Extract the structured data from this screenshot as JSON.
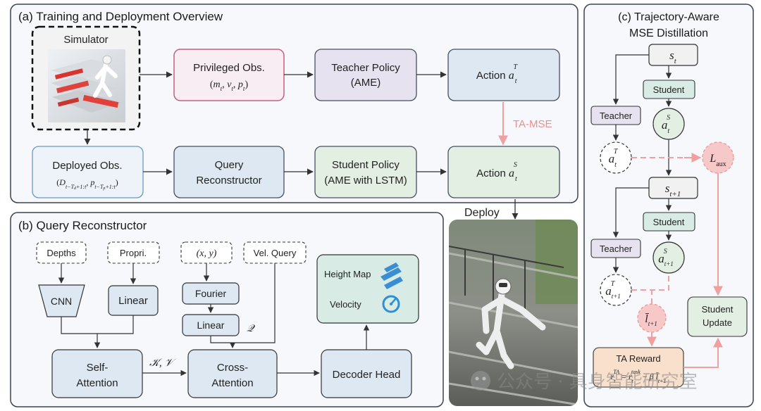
{
  "panel_a": {
    "title": "(a) Training and Deployment Overview",
    "simulator": "Simulator",
    "privileged": {
      "title": "Privileged Obs.",
      "formula": "(m",
      "formula_full": "(m_t, v_t, p_t)"
    },
    "teacher_policy": {
      "line1": "Teacher Policy",
      "line2": "(AME)"
    },
    "action_teacher": {
      "text": "Action a_t^T"
    },
    "deployed": {
      "title": "Deployed Obs.",
      "formula_full": "(D_{t−T_d+1:t}, p_{t−T_p+1:t})"
    },
    "query_reconstructor": {
      "line1": "Query",
      "line2": "Reconstructor"
    },
    "student_policy": {
      "line1": "Student Policy",
      "line2": "(AME with LSTM)"
    },
    "action_student": {
      "text": "Action a_t^S"
    },
    "ta_mse": "TA-MSE",
    "deploy": "Deploy"
  },
  "panel_b": {
    "title": "(b) Query Reconstructor",
    "depths": "Depths",
    "propri": "Propri.",
    "xy": "(x, y)",
    "vel_query": "Vel. Query",
    "cnn": "CNN",
    "linear1": "Linear",
    "fourier": "Fourier",
    "linear2": "Linear",
    "q_label": "𝒬",
    "kv_label": "𝒦, 𝒱",
    "self_attention": {
      "line1": "Self-",
      "line2": "Attention"
    },
    "cross_attention": {
      "line1": "Cross-",
      "line2": "Attention"
    },
    "decoder_head": "Decoder Head",
    "height_map": "Height Map",
    "velocity": "Velocity"
  },
  "panel_c": {
    "title_line1": "(c) Trajectory-Aware",
    "title_line2": "MSE Distillation",
    "s_t": "s_t",
    "student1": "Student",
    "teacher1": "Teacher",
    "a_t_S": "a_t^S",
    "a_t_T": "a_t^T",
    "l_aux": "L_aux",
    "s_t1": "s_{t+1}",
    "student2": "Student",
    "teacher2": "Teacher",
    "a_t1_S": "a_{t+1}^S",
    "a_t1_T": "a_{t+1}^T",
    "l_bar": "l̄_{t+1}",
    "student_update": {
      "line1": "Student",
      "line2": "Update"
    },
    "ta_reward": {
      "title": "TA Reward",
      "formula": "r_t^TA = r_t^task − β l̄_{t+1}"
    }
  },
  "watermark": "公众号 · 具身智能研究室",
  "colors": {
    "pink_box": "#f7edf3",
    "pink_border": "#c2607f",
    "purple_box": "#e6e2f0",
    "blue_box": "#dde8f2",
    "green_box": "#e4efe4",
    "teal_box": "#d8ebe4",
    "red_dash": "#ee9a9a",
    "red_fill": "#f7c8c8",
    "orange_box": "#f9e0cc",
    "panel_bg": "#f6f8fb"
  }
}
